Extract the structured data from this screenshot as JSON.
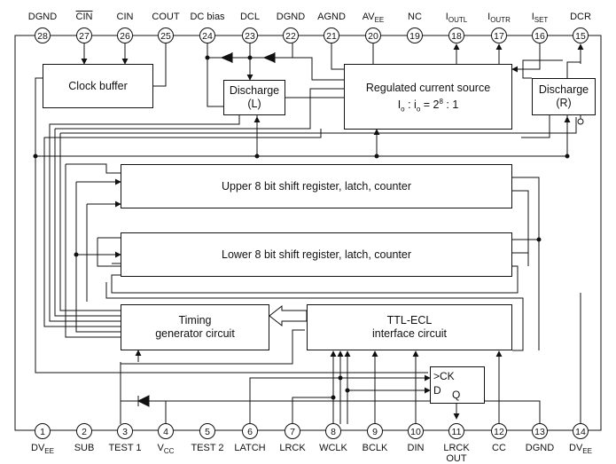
{
  "top_pins": [
    {
      "num": "28",
      "name": "DGND"
    },
    {
      "num": "27",
      "name": "CIN",
      "overline": true
    },
    {
      "num": "26",
      "name": "CIN"
    },
    {
      "num": "25",
      "name": "COUT"
    },
    {
      "num": "24",
      "name": "DC bias"
    },
    {
      "num": "23",
      "name": "DCL"
    },
    {
      "num": "22",
      "name": "DGND"
    },
    {
      "num": "21",
      "name": "AGND"
    },
    {
      "num": "20",
      "name": "AV",
      "sub": "EE"
    },
    {
      "num": "19",
      "name": "NC"
    },
    {
      "num": "18",
      "name": "I",
      "sub": "OUTL"
    },
    {
      "num": "17",
      "name": "I",
      "sub": "OUTR"
    },
    {
      "num": "16",
      "name": "I",
      "sub": "SET"
    },
    {
      "num": "15",
      "name": "DCR"
    }
  ],
  "bottom_pins": [
    {
      "num": "1",
      "name": "DV",
      "sub": "EE"
    },
    {
      "num": "2",
      "name": "SUB"
    },
    {
      "num": "3",
      "name": "TEST 1"
    },
    {
      "num": "4",
      "name": "V",
      "sub": "CC"
    },
    {
      "num": "5",
      "name": "TEST 2"
    },
    {
      "num": "6",
      "name": "LATCH"
    },
    {
      "num": "7",
      "name": "LRCK"
    },
    {
      "num": "8",
      "name": "WCLK"
    },
    {
      "num": "9",
      "name": "BCLK"
    },
    {
      "num": "10",
      "name": "DIN"
    },
    {
      "num": "11",
      "name": "LRCK",
      "name2": "OUT"
    },
    {
      "num": "12",
      "name": "CC"
    },
    {
      "num": "13",
      "name": "DGND"
    },
    {
      "num": "14",
      "name": "DV",
      "sub": "EE"
    }
  ],
  "blocks": {
    "clock_buffer": "Clock buffer",
    "discharge_l": "Discharge",
    "discharge_l_sub": "(L)",
    "current_source": "Regulated current source",
    "current_source_eq_a": "I",
    "current_source_eq_a_sub": "o",
    "current_source_eq_b": " : i",
    "current_source_eq_b_sub": "o",
    "current_source_eq_c": " = 2",
    "current_source_eq_sup": "8",
    "current_source_eq_d": " : 1",
    "discharge_r": "Discharge",
    "discharge_r_sub": "(R)",
    "upper_shift": "Upper 8 bit shift register, latch, counter",
    "lower_shift": "Lower 8 bit shift register, latch, counter",
    "timing": "Timing",
    "timing2": "generator circuit",
    "ttl_ecl": "TTL-ECL",
    "ttl_ecl2": "interface circuit",
    "ff_ck": ">CK",
    "ff_d": "D",
    "ff_q": "Q"
  }
}
